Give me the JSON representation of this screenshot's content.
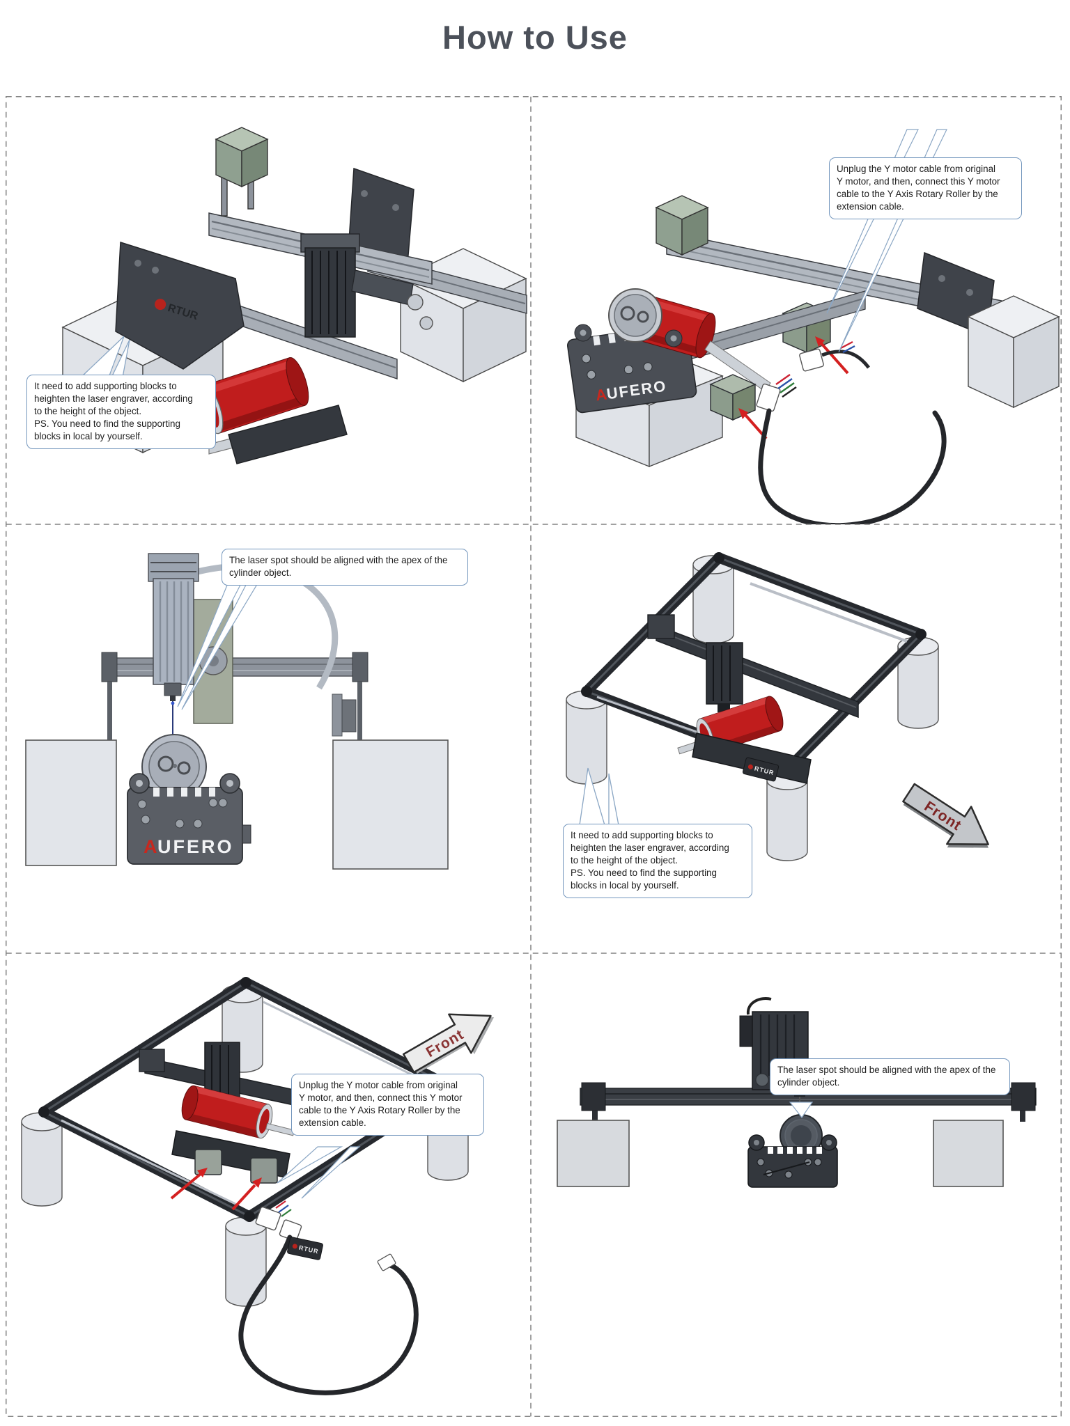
{
  "page": {
    "title": "How to Use"
  },
  "callouts": {
    "support_blocks": "It need to add supporting blocks to\nheighten the laser engraver, according\nto the height of the object.\nPS. You need to find the supporting\nblocks in local by yourself.",
    "unplug_y_motor": "Unplug the Y motor cable from original\nY motor, and then, connect this Y motor\ncable to the Y Axis Rotary Roller by the\nextension cable.",
    "laser_apex": "The laser spot should be aligned with the apex of the\ncylinder object."
  },
  "labels": {
    "front": "Front",
    "aufero_a": "A",
    "aufero_rest": "UFERO",
    "ortur_rest": "RTUR"
  },
  "colors": {
    "accent_red": "#c01d1d",
    "arrow_red": "#d42020",
    "callout_border": "#7396bd",
    "machine_dark": "#33373d",
    "machine_light": "#aab3c0",
    "support_gray": "#e2e5ea",
    "title_gray": "#4c515a"
  }
}
